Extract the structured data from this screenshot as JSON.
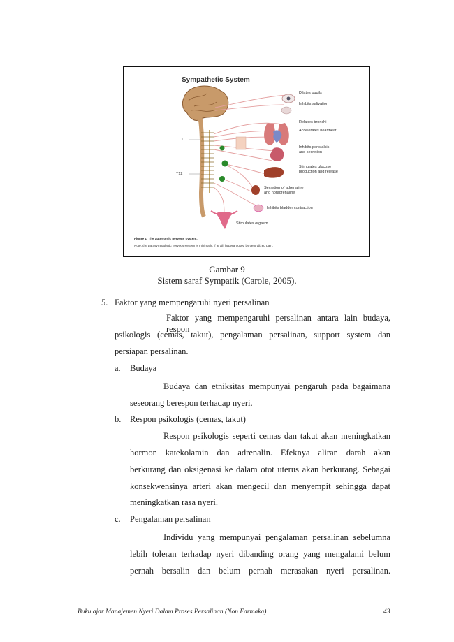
{
  "figure": {
    "title": "Sympathetic System",
    "labels": {
      "dilates_pupils": "Dilates pupils",
      "inhibits_salivation": "Inhibits salivation",
      "relaxes_bronchi": "Relaxes bronchi",
      "accelerates_heartbeat": "Accelerates heartbeat",
      "inhibits_peristalsis_1": "Inhibits peristalsis",
      "inhibits_peristalsis_2": "and secretion",
      "stimulates_glucose_1": "Stimulates glucose",
      "stimulates_glucose_2": "production and release",
      "secretion_adrenaline_1": "Secretion of adrenaline",
      "secretion_adrenaline_2": "and noradrenaline",
      "inhibits_bladder": "Inhibits bladder contraction",
      "stimulates_orgasm": "Stimulates orgasm",
      "t1": "T1",
      "t12": "T12"
    },
    "note_line1": "Figure 1. The autonomic nervous system.",
    "note_line2": "Note: the parasympathetic nervous system is minimally, if at all, hyperaroused by centralized pain."
  },
  "caption": {
    "line1": "Gambar 9",
    "line2": "Sistem saraf Sympatik (Carole, 2005)."
  },
  "section": {
    "number": "5.",
    "heading": "Faktor yang mempengaruhi nyeri persalinan",
    "intro_line1": "Faktor yang mempengaruhi persalinan antara lain budaya, respon",
    "intro_line2": "psikologis (cemas, takut), pengalaman persalinan, support system dan",
    "intro_line3": "persiapan persalinan."
  },
  "items": [
    {
      "letter": "a.",
      "title": "Budaya",
      "lines": [
        "Budaya dan etniksitas mempunyai pengaruh pada bagaimana",
        "seseorang berespon terhadap nyeri."
      ]
    },
    {
      "letter": "b.",
      "title": "Respon psikologis (cemas, takut)",
      "lines": [
        "Respon psikologis seperti cemas dan takut akan meningkatkan",
        "hormon katekolamin dan adrenalin. Efeknya aliran darah akan",
        "berkurang dan oksigenasi ke dalam otot uterus akan berkurang. Sebagai",
        "konsekwensinya arteri akan mengecil dan menyempit sehingga dapat",
        "meningkatkan rasa nyeri."
      ]
    },
    {
      "letter": "c.",
      "title": "Pengalaman persalinan",
      "lines": [
        "Individu yang mempunyai pengalaman persalinan sebelumna",
        "lebih toleran terhadap nyeri dibanding orang yang mengalami belum",
        "pernah bersalin dan belum pernah merasakan nyeri persalinan."
      ]
    }
  ],
  "footer": {
    "book_title": "Buku ajar Manajemen Nyeri Dalam Proses Persalinan (Non Farmaka)",
    "page_number": "43"
  }
}
